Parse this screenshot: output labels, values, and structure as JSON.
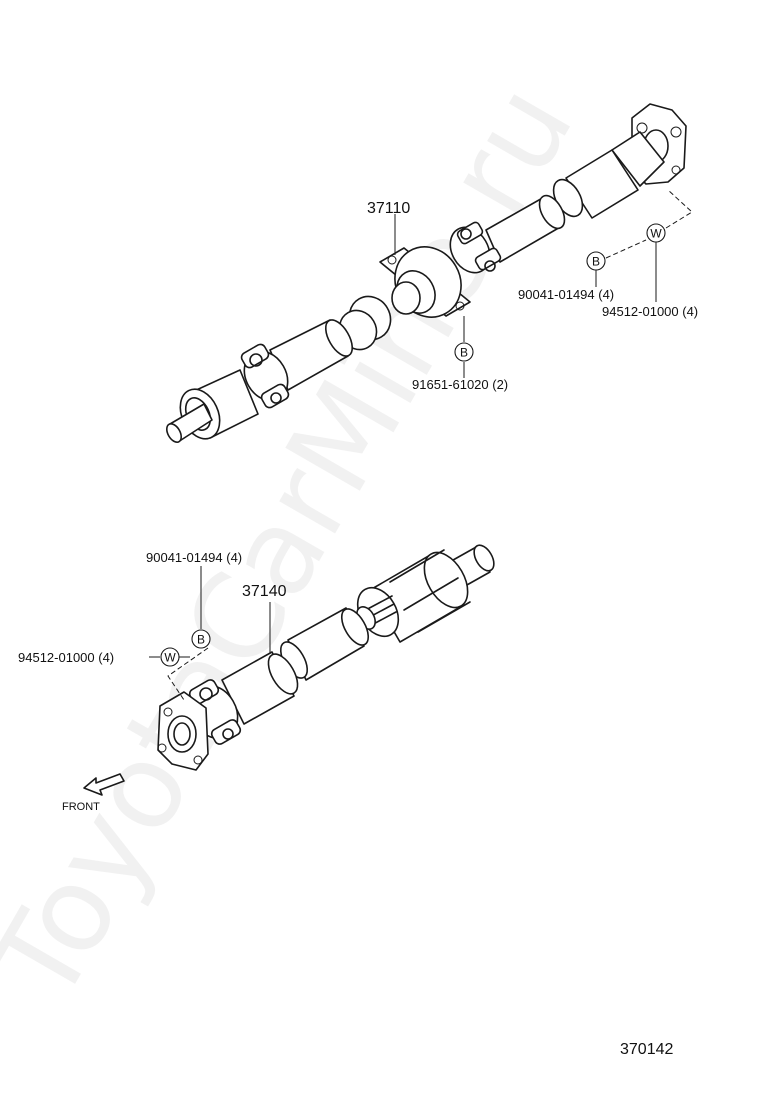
{
  "watermark": "ToyotaCarMine.ru",
  "figure_number": "370142",
  "front_label": "FRONT",
  "upper_shaft": {
    "assembly_part": "37110",
    "bracket_bolt": "91651-61020 (2)",
    "flange_bolt": "90041-01494 (4)",
    "flange_washer": "94512-01000 (4)",
    "bracket_callout": "B",
    "bolt_callout": "B",
    "washer_callout": "W"
  },
  "lower_shaft": {
    "assembly_part": "37140",
    "flange_bolt": "90041-01494 (4)",
    "flange_washer": "94512-01000 (4)",
    "bolt_callout": "B",
    "washer_callout": "W"
  }
}
